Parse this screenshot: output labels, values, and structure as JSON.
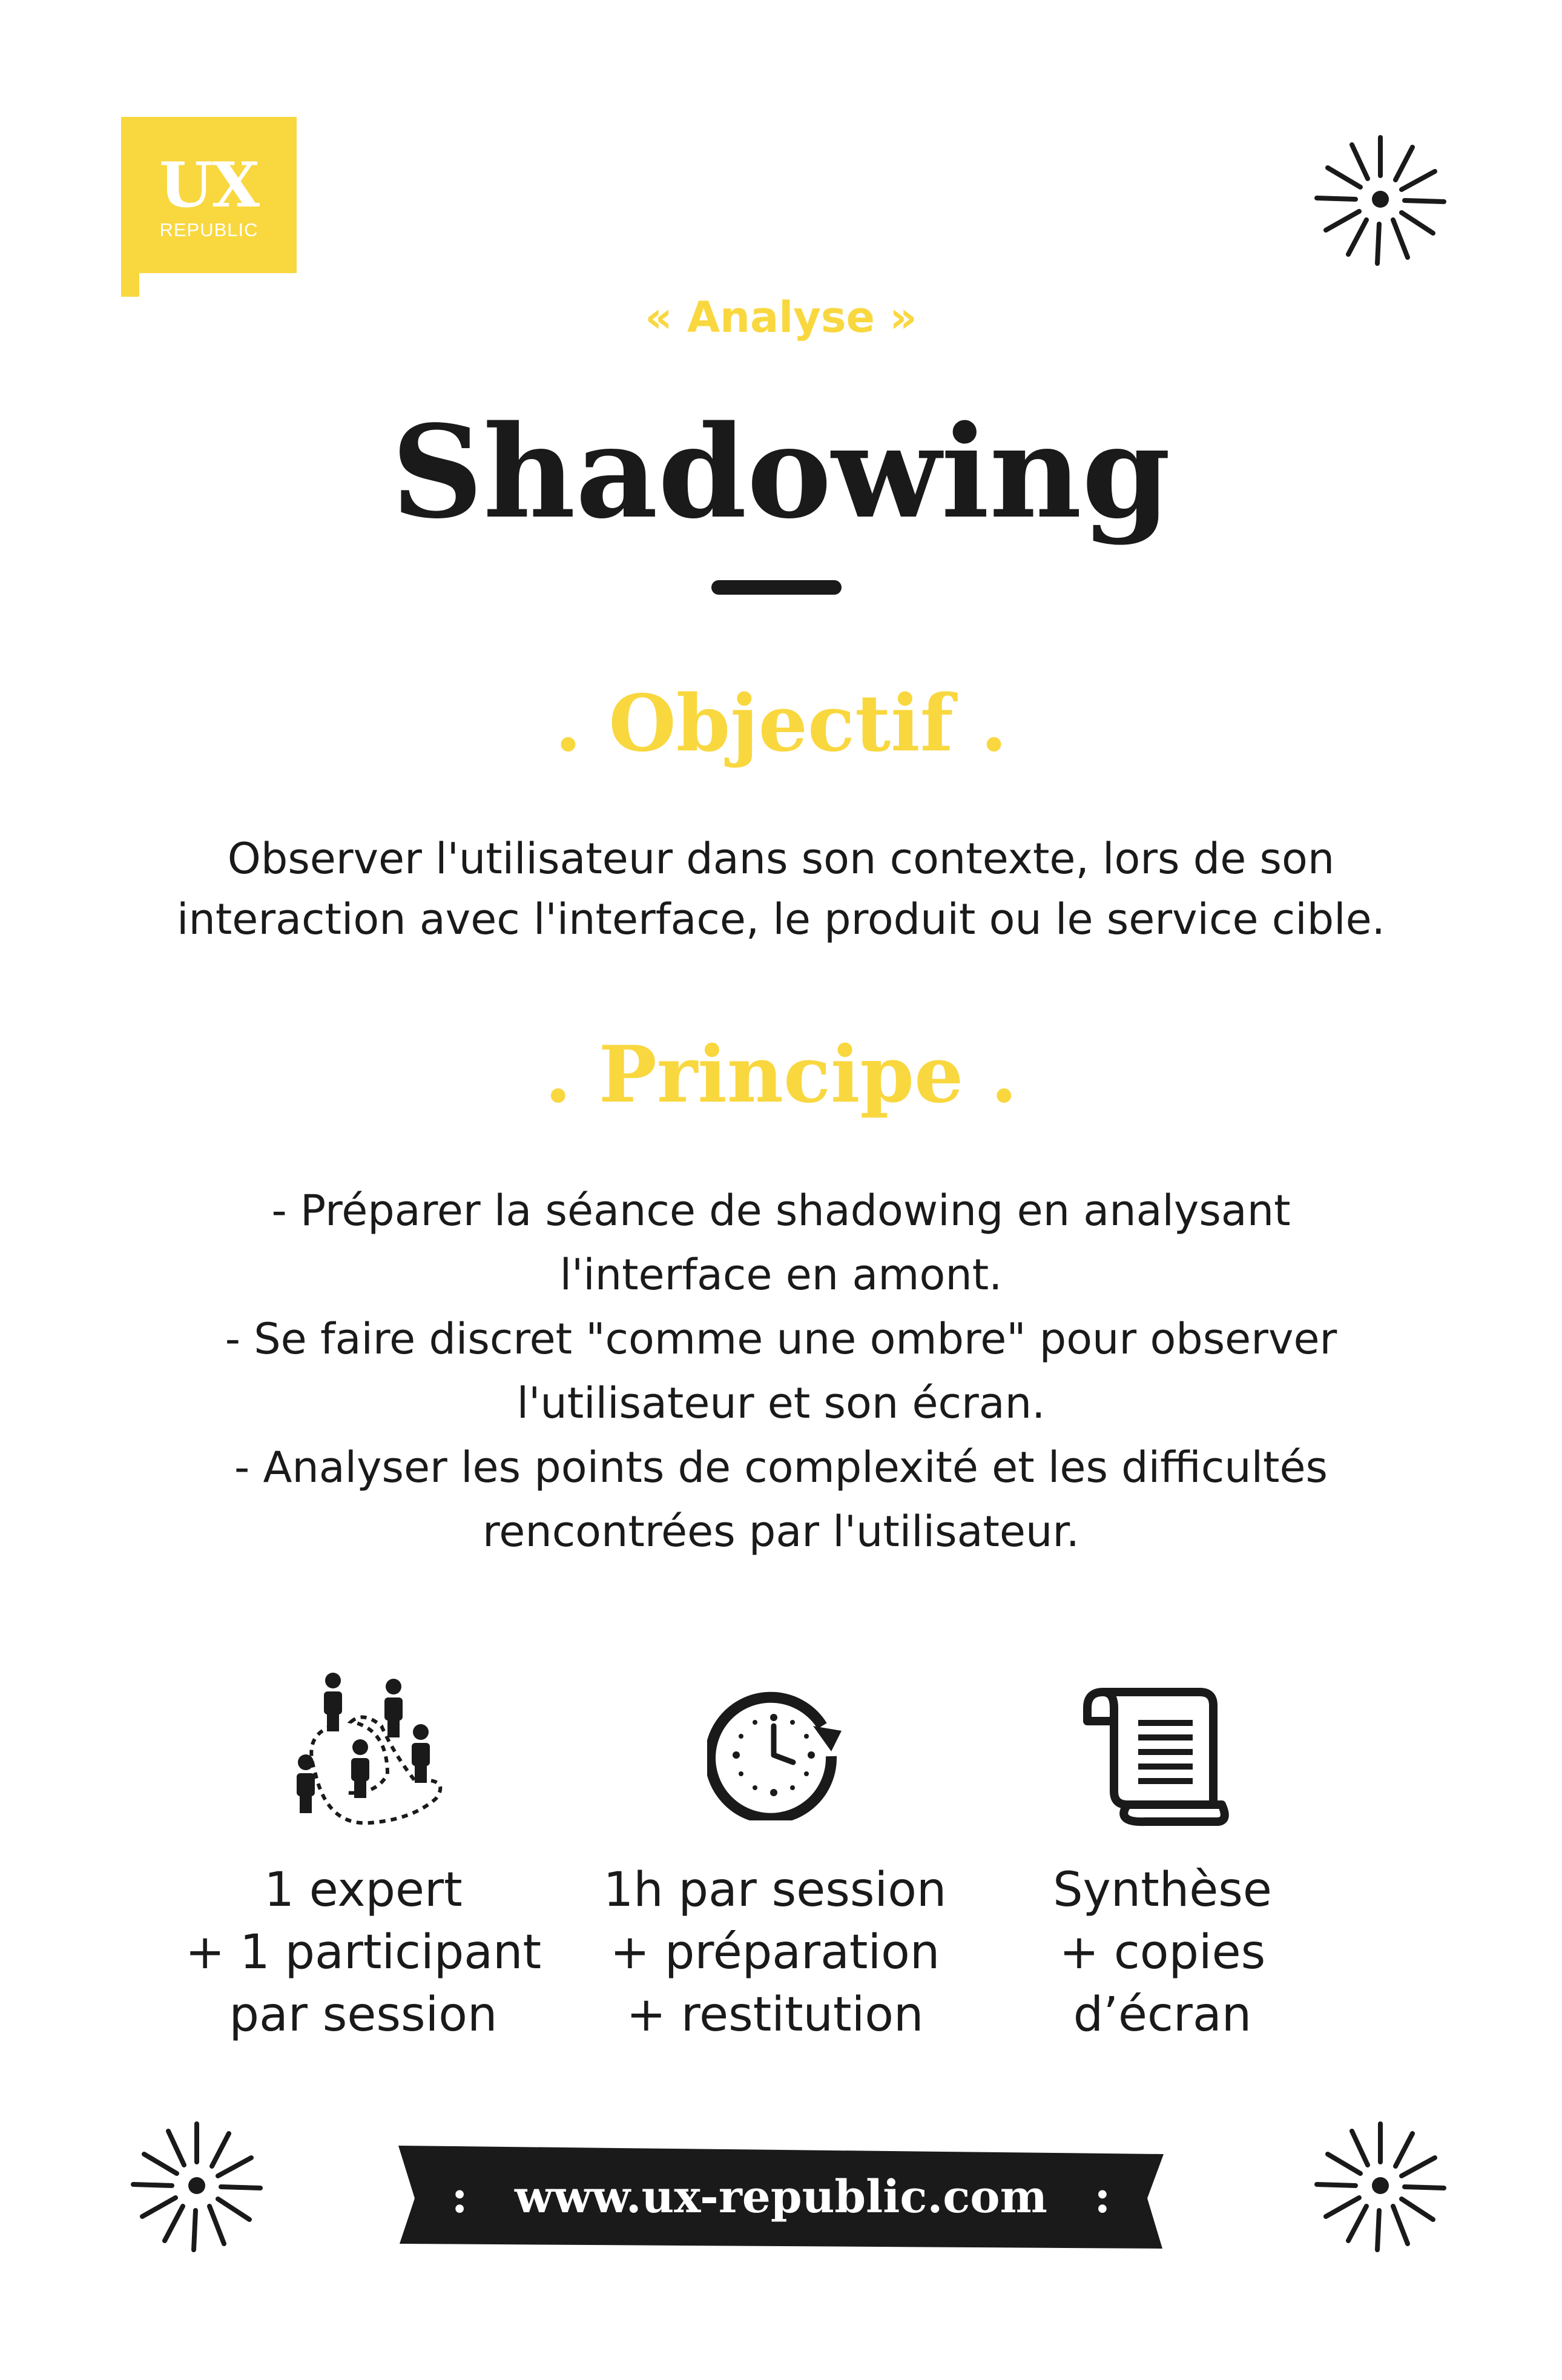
{
  "logo": {
    "mark": "UX",
    "sub": "REPUBLIC"
  },
  "header": {
    "kicker": "« Analyse »",
    "title": "Shadowing"
  },
  "objectif": {
    "heading": ". Objectif .",
    "lines": [
      "Observer l'utilisateur dans son contexte, lors de son",
      "interaction avec l'interface, le produit ou le service cible."
    ]
  },
  "principe": {
    "heading": ". Principe .",
    "lines": [
      "- Préparer la séance de shadowing en analysant",
      "l'interface en amont.",
      "- Se faire discret \"comme une ombre\" pour observer",
      "l'utilisateur et son écran.",
      "- Analyser les points de complexité et les difficultés",
      "rencontrées par l'utilisateur."
    ]
  },
  "stats": [
    {
      "icon": "people-network-icon",
      "lines": [
        "1 expert",
        "+ 1 participant",
        "par session"
      ]
    },
    {
      "icon": "clock-icon",
      "lines": [
        "1h par session",
        "+ préparation",
        "+ restitution"
      ]
    },
    {
      "icon": "scroll-document-icon",
      "lines": [
        "Synthèse",
        "+ copies",
        "d’écran"
      ]
    }
  ],
  "footer": {
    "url": ":   www.ux-republic.com   :"
  },
  "colors": {
    "accent": "#f9d73f",
    "ink": "#1a1a1a",
    "background": "#ffffff"
  }
}
